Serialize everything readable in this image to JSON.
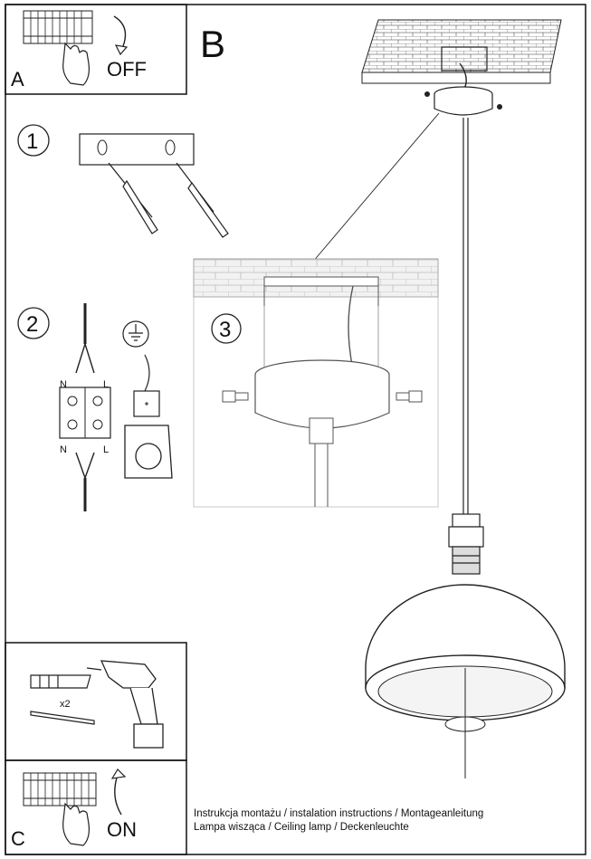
{
  "panels": {
    "a": {
      "letter": "A",
      "word": "OFF"
    },
    "b": {
      "letter": "B"
    },
    "c": {
      "letter": "C",
      "word": "ON"
    }
  },
  "steps": {
    "one": "1",
    "two": "2",
    "three": "3"
  },
  "terminal": {
    "top_n": "N",
    "top_l": "L",
    "bottom_n": "N",
    "bottom_l": "L"
  },
  "tools": {
    "quantity": "x2"
  },
  "footer": {
    "line1": "Instrukcja montażu / instalation instructions / Montageanleitung",
    "line2": "Lampa wisząca / Ceiling lamp  / Deckenleuchte"
  },
  "icons": [
    "fuse-box-icon",
    "hand-icon",
    "arrow-down-icon",
    "arrow-up-icon",
    "ground-symbol-icon",
    "wall-plug-icon",
    "screw-icon",
    "drill-icon",
    "lamp-shade-icon",
    "ceiling-canopy-icon"
  ]
}
